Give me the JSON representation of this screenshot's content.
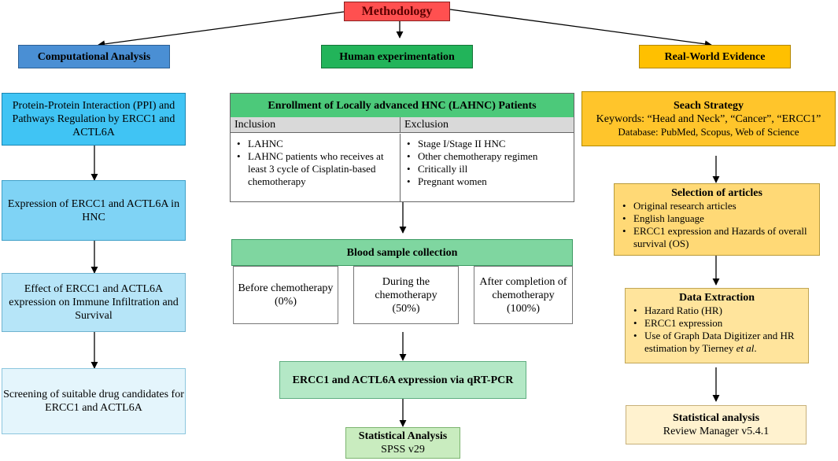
{
  "top": {
    "label": "Methodology",
    "color": "#ff5050"
  },
  "computational": {
    "header": "Computational Analysis",
    "steps": [
      "Protein-Protein Interaction (PPI) and Pathways Regulation by ERCC1 and ACTL6A",
      "Expression of ERCC1 and ACTL6A in HNC",
      "Effect of ERCC1 and ACTL6A expression on Immune Infiltration and Survival",
      "Screening of suitable drug candidates for ERCC1 and ACTL6A"
    ]
  },
  "human": {
    "header": "Human experimentation",
    "enrollment": {
      "title": "Enrollment of Locally advanced HNC (LAHNC) Patients",
      "inclusion_label": "Inclusion",
      "exclusion_label": "Exclusion",
      "inclusion": [
        "LAHNC",
        "LAHNC patients who receives at least 3 cycle of Cisplatin-based chemotherapy"
      ],
      "exclusion": [
        "Stage I/Stage II HNC",
        "Other chemotherapy regimen",
        "Critically ill",
        "Pregnant women"
      ]
    },
    "blood": {
      "title": "Blood sample collection",
      "phases": [
        {
          "label": "Before chemotherapy",
          "pct": "(0%)"
        },
        {
          "label": "During the chemotherapy",
          "pct": "(50%)"
        },
        {
          "label": "After completion of chemotherapy",
          "pct": "(100%)"
        }
      ]
    },
    "qpcr": "ERCC1 and ACTL6A expression via qRT-PCR",
    "stats": {
      "title": "Statistical Analysis",
      "sub": "SPSS v29"
    }
  },
  "rwe": {
    "header": "Real-World Evidence",
    "search": {
      "title": "Seach Strategy",
      "keywords": "Keywords: “Head and Neck”, “Cancer”, “ERCC1”",
      "database": "Database: PubMed, Scopus, Web of Science"
    },
    "selection": {
      "title": "Selection of articles",
      "items": [
        "Original research articles",
        "English language",
        "ERCC1 expression and Hazards of overall survival (OS)"
      ]
    },
    "extraction": {
      "title": "Data Extraction",
      "items": [
        "Hazard Ratio (HR)",
        "ERCC1 expression"
      ],
      "last_item_pre": "Use of Graph Data Digitizer and HR estimation by Tierney ",
      "last_item_italic": "et al",
      "last_item_post": "."
    },
    "stats": {
      "title": "Statistical analysis",
      "sub": "Review Manager v5.4.1"
    }
  },
  "colors": {
    "blue_header": "#4a8fd4",
    "green_header": "#22b45a",
    "gold_header": "#ffc000",
    "cyan1": "#40c4f4",
    "cyan2": "#7fd3f5",
    "cyan3": "#b6e5f8",
    "cyan4": "#e4f5fc",
    "green_enroll": "#4cc97a",
    "green_blood": "#7fd6a0",
    "green_qpcr": "#b4e8c6",
    "green_stats": "#c9ecbf",
    "gold1": "#ffc52b",
    "gold2": "#ffd976",
    "gold3": "#ffe49c",
    "gold4": "#fff2cf",
    "grey_header": "#d9d9d9"
  }
}
